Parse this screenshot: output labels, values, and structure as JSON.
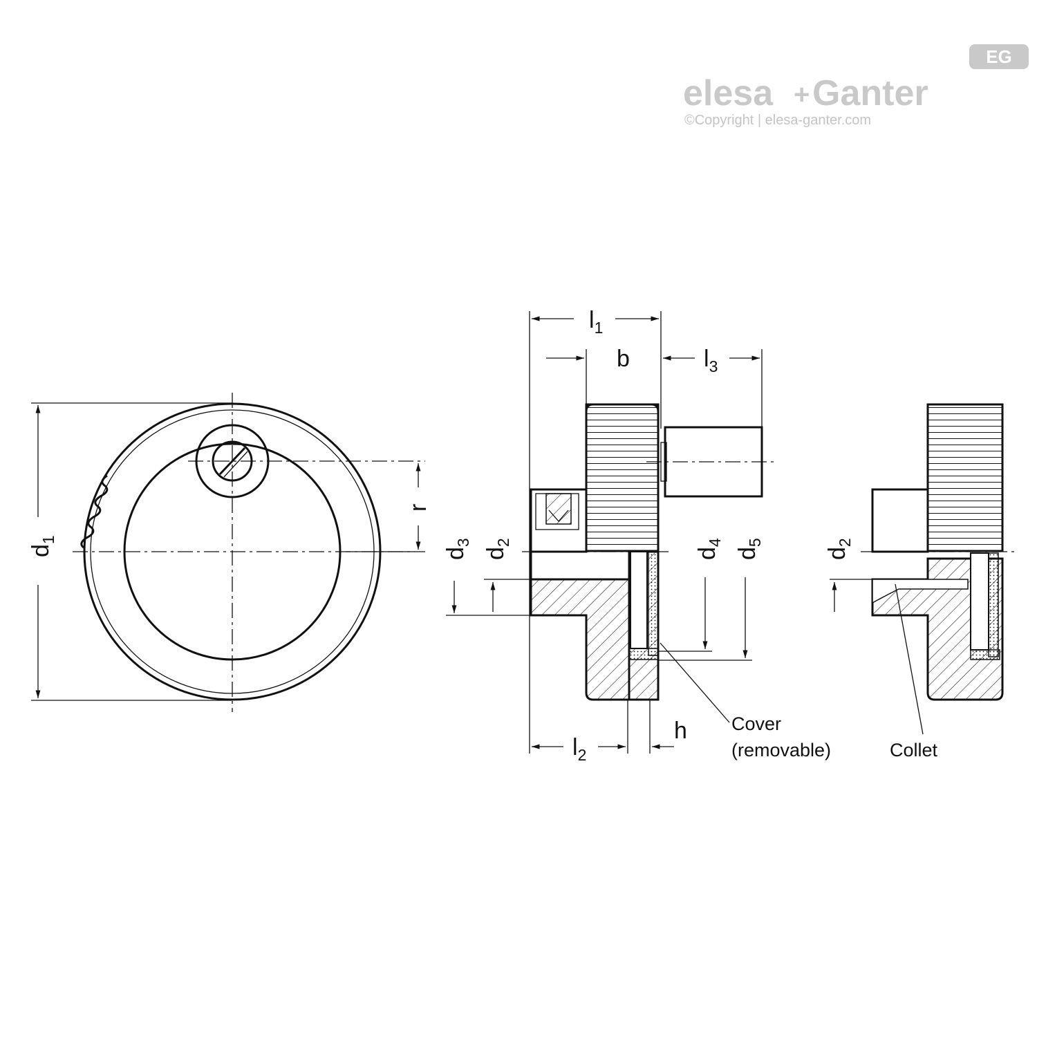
{
  "brand": {
    "name_left": "elesa",
    "plus": "+",
    "name_right": "Ganter",
    "copyright": "©Copyright | elesa-ganter.com",
    "badge": "EG"
  },
  "dimensions": {
    "d1": {
      "main": "d",
      "sub": "1"
    },
    "d2": {
      "main": "d",
      "sub": "2"
    },
    "d2_b": {
      "main": "d",
      "sub": "2"
    },
    "d3": {
      "main": "d",
      "sub": "3"
    },
    "d4": {
      "main": "d",
      "sub": "4"
    },
    "d5": {
      "main": "d",
      "sub": "5"
    },
    "r": {
      "main": "r"
    },
    "l1": {
      "main": "l",
      "sub": "1"
    },
    "l2": {
      "main": "l",
      "sub": "2"
    },
    "l3": {
      "main": "l",
      "sub": "3"
    },
    "b": {
      "main": "b"
    },
    "h": {
      "main": "h"
    }
  },
  "callouts": {
    "cover_line1": "Cover",
    "cover_line2": "(removable)",
    "collet": "Collet"
  },
  "colors": {
    "line": "#111111",
    "logo_gray": "#c9c9c9"
  }
}
